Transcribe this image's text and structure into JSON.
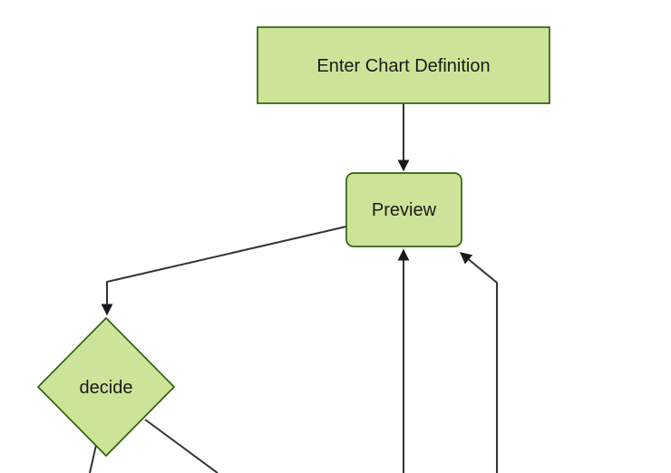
{
  "diagram": {
    "type": "flowchart",
    "orientation": "top-down",
    "background": "#ffffff",
    "colors": {
      "node_fill": "#cde498",
      "node_border": "#2f6212",
      "edge_line": "#333333",
      "arrowhead": "#1a1a1a",
      "label_text": "#1a1a1a"
    },
    "nodes": [
      {
        "id": "enter-chart-definition",
        "shape": "rectangle",
        "label": "Enter Chart Definition"
      },
      {
        "id": "preview",
        "shape": "rounded-rectangle",
        "label": "Preview"
      },
      {
        "id": "decide",
        "shape": "diamond",
        "label": "decide"
      }
    ],
    "edges": [
      {
        "from": "enter-chart-definition",
        "to": "preview",
        "arrow": true
      },
      {
        "from": "preview",
        "to": "decide",
        "arrow": true
      },
      {
        "from": "offscreen-bottom",
        "to": "preview",
        "arrow": true
      },
      {
        "from": "offscreen-bottom-right",
        "to": "preview",
        "arrow": true
      },
      {
        "from": "decide",
        "to": "offscreen-bottom-left",
        "arrow": false
      },
      {
        "from": "decide",
        "to": "offscreen-bottom-right",
        "arrow": false
      }
    ]
  }
}
